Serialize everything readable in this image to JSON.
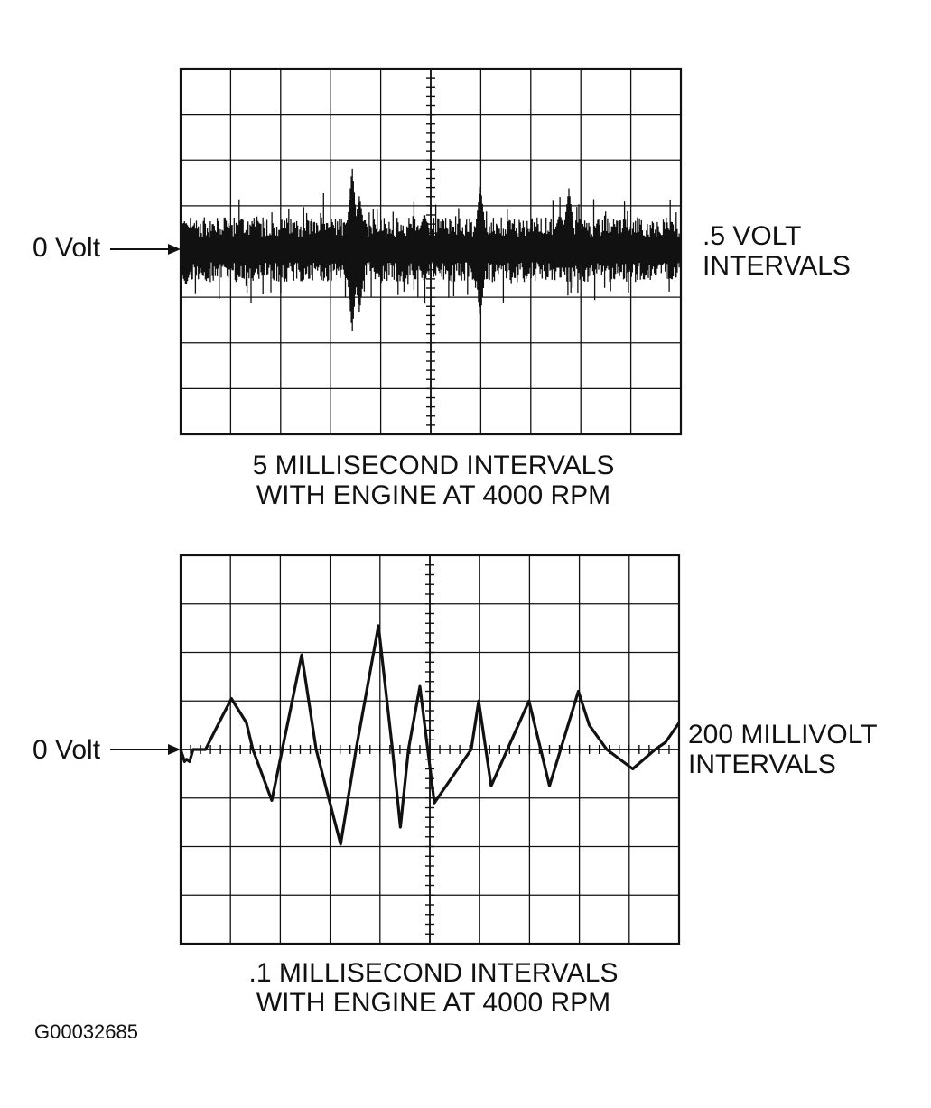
{
  "top_scope": {
    "zero_label": "0 Volt",
    "vertical_scale": [
      ".5 VOLT",
      "INTERVALS"
    ],
    "caption": [
      "5 MILLISECOND INTERVALS",
      "WITH ENGINE AT 4000 RPM"
    ]
  },
  "bottom_scope": {
    "zero_label": "0 Volt",
    "vertical_scale": [
      "200 MILLIVOLT",
      "INTERVALS"
    ],
    "caption": [
      ".1 MILLISECOND INTERVALS",
      "WITH ENGINE AT 4000 RPM"
    ]
  },
  "figure_id": "G00032685",
  "colors": {
    "ink": "#111111",
    "background": "#ffffff"
  },
  "waveform_bottom": {
    "x_div": [
      0,
      0.08,
      0.12,
      0.18,
      0.25,
      0.5,
      0.77,
      1.02,
      1.32,
      1.45,
      1.83,
      2.43,
      2.72,
      3.21,
      3.52,
      3.97,
      4.25,
      4.41,
      4.57,
      4.8,
      5.09,
      5.83,
      5.98,
      6.23,
      6.99,
      7.4,
      7.98,
      8.2,
      8.55,
      9.07,
      9.52,
      9.73,
      10.0
    ],
    "y_div": [
      0,
      -0.25,
      -0.2,
      -0.25,
      0,
      0,
      0.55,
      1.05,
      0.55,
      0,
      -1.05,
      1.95,
      0,
      -1.95,
      0,
      2.55,
      0,
      -1.6,
      0,
      1.3,
      -1.1,
      0,
      1.0,
      -0.75,
      1.0,
      -0.75,
      1.2,
      0.5,
      0,
      -0.4,
      0,
      0.15,
      0.55
    ]
  }
}
